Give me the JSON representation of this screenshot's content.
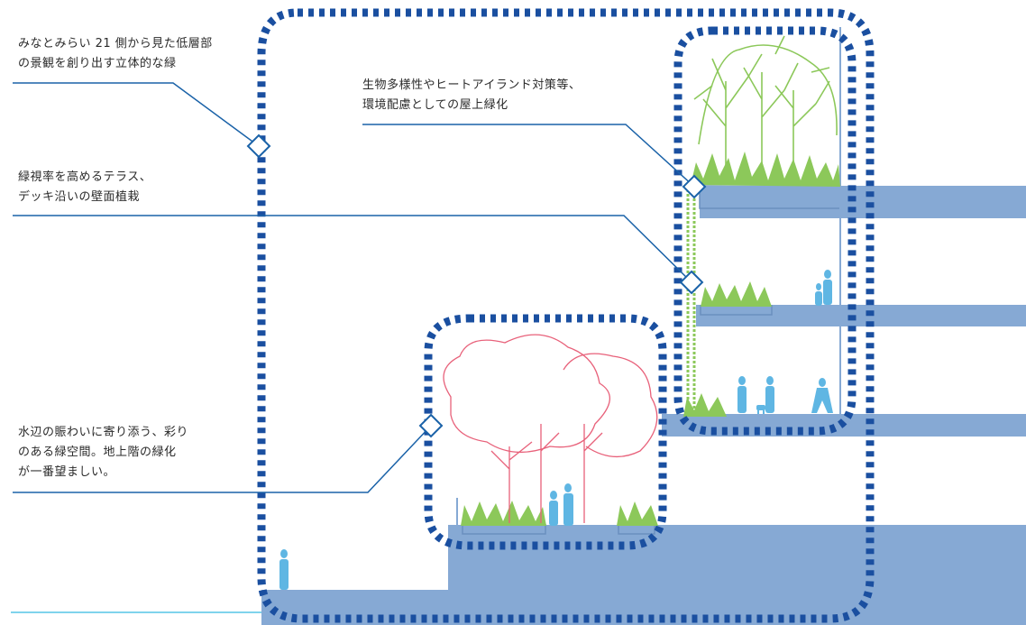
{
  "callouts": {
    "upper_greenery": {
      "line1": "みなとみらい 21 側から見た低層部",
      "line2": "の景観を創り出す立体的な緑"
    },
    "rooftop": {
      "line1": "生物多様性やヒートアイランド対策等、",
      "line2": "環境配慮としての屋上緑化"
    },
    "terrace": {
      "line1": "緑視率を高めるテラス、",
      "line2": "デッキ沿いの壁面植栽"
    },
    "waterside": {
      "line1": "水辺の賑わいに寄り添う、彩り",
      "line2": "のある緑空間。地上階の緑化",
      "line3": "が一番望ましい。"
    }
  },
  "colors": {
    "structure": "#86a9d4",
    "dotted_frame": "#1a4fa0",
    "leader": "#1a62a8",
    "foliage": "#8cc85a",
    "red_tree": "#e8617a",
    "people": "#5fb6e3",
    "water": "#7fd3ec"
  },
  "icons": [
    "rooftop-tree-icon",
    "red-tree-icon",
    "grass-planter-icon",
    "person-icon",
    "dog-icon"
  ]
}
